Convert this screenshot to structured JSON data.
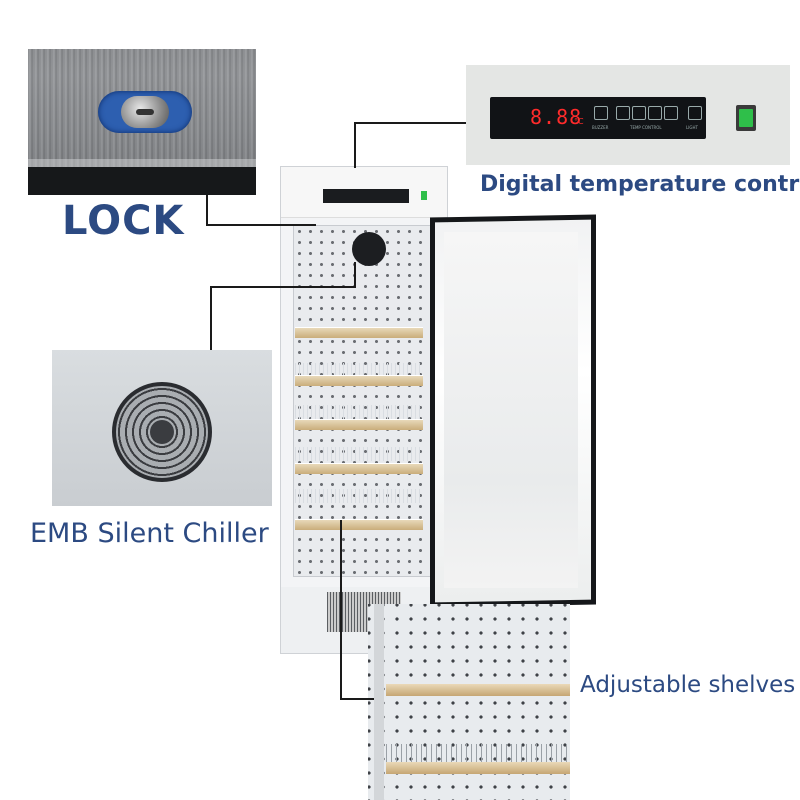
{
  "callouts": {
    "lock": "LOCK",
    "digital_control": "Digital temperature control",
    "chiller": "EMB Silent Chiller",
    "shelves": "Adjustable shelves"
  },
  "display": {
    "digits": "8.88",
    "unit": "°C",
    "buzzer": "BUZZER",
    "temp_control": "TEMP CONTROL",
    "light": "LIGHT"
  },
  "colors": {
    "label": "#2c4a82",
    "lock_blue": "#2d5fb0",
    "display_red": "#ff2b2b",
    "switch_green": "#2fbf4a",
    "door_frame": "#15171a"
  }
}
